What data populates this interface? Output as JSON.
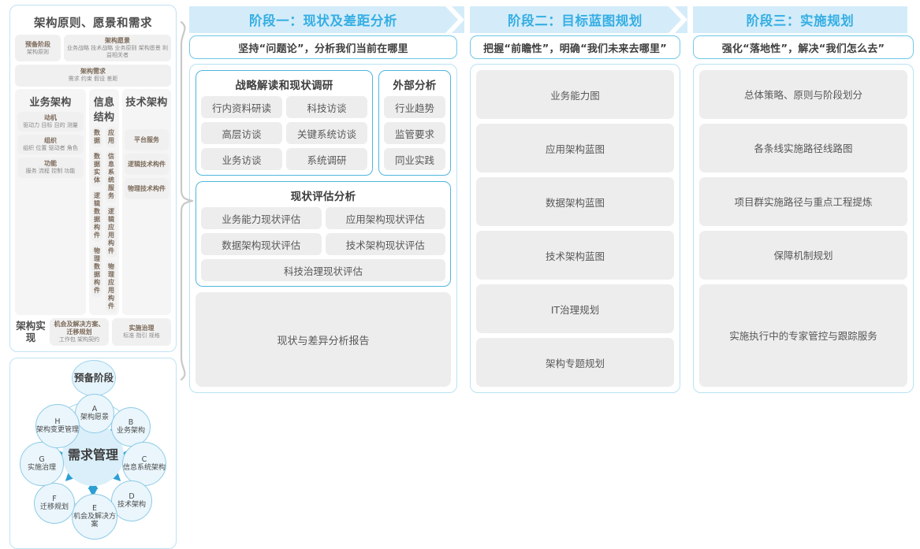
{
  "left": {
    "togaf": {
      "title": "架构原则、愿景和需求",
      "row1": [
        {
          "head": "预备阶段",
          "sub": "架构原则"
        },
        {
          "head": "架构愿景",
          "sub": "业务战略 技术战略 业务原则 架构愿景 利益相关者"
        }
      ],
      "row2": {
        "head": "架构需求",
        "sub": "需求    约束    假设    差距"
      },
      "columns": [
        {
          "head": "业务架构",
          "cells": [
            {
              "head": "动机",
              "sub": "驱动力 目标 目的 测量"
            },
            {
              "head": "组织",
              "sub": "组织 位置 驱动者 角色"
            },
            {
              "head": "功能",
              "sub": "服务 流程 控制 功能"
            }
          ]
        },
        {
          "head": "信息结构",
          "left_cells": [
            {
              "head": "数据",
              "sub": ""
            },
            {
              "head": "数据实体",
              "sub": ""
            },
            {
              "head": "逻辑数据构件",
              "sub": ""
            },
            {
              "head": "物理数据构件",
              "sub": ""
            }
          ],
          "right_cells": [
            {
              "head": "应用",
              "sub": ""
            },
            {
              "head": "信息系统服务",
              "sub": ""
            },
            {
              "head": "逻辑应用构件",
              "sub": ""
            },
            {
              "head": "物理应用构件",
              "sub": ""
            }
          ]
        },
        {
          "head": "技术架构",
          "cells": [
            {
              "head": "平台服务",
              "sub": ""
            },
            {
              "head": "逻辑技术构件",
              "sub": ""
            },
            {
              "head": "物理技术构件",
              "sub": ""
            }
          ]
        }
      ],
      "bottom": {
        "label": "架构实现",
        "cells": [
          {
            "head": "机会及解决方案、迁移规划",
            "sub": "工作包   架构契约"
          },
          {
            "head": "实施治理",
            "sub": "标准  指引  规格"
          }
        ]
      }
    },
    "cycle": {
      "prep": {
        "key": "",
        "text": "预备阶段"
      },
      "center": {
        "key": "",
        "text": "需求管理"
      },
      "nodes": [
        {
          "key": "A",
          "text": "架构愿景"
        },
        {
          "key": "B",
          "text": "业务架构"
        },
        {
          "key": "C",
          "text": "信息系统架构"
        },
        {
          "key": "D",
          "text": "技术架构"
        },
        {
          "key": "E",
          "text": "机会及解决方案"
        },
        {
          "key": "F",
          "text": "迁移规划"
        },
        {
          "key": "G",
          "text": "实施治理"
        },
        {
          "key": "H",
          "text": "架构变更管理"
        }
      ]
    }
  },
  "phases": [
    {
      "header": "阶段一：现状及差距分析",
      "subtitle": "坚持“问题论”，分析我们当前在哪里",
      "cards": [
        {
          "title": "战略解读和现状调研",
          "chips": [
            "行内资料研读",
            "科技访谈",
            "高层访谈",
            "关键系统访谈",
            "业务访谈",
            "系统调研"
          ]
        },
        {
          "title": "外部分析",
          "chips": [
            "行业趋势",
            "监管要求",
            "同业实践"
          ]
        },
        {
          "title": "现状评估分析",
          "chips": [
            "业务能力现状评估",
            "应用架构现状评估",
            "数据架构现状评估",
            "技术架构现状评估",
            "科技治理现状评估"
          ]
        }
      ],
      "report": "现状与差异分析报告"
    },
    {
      "header": "阶段二：目标蓝图规划",
      "subtitle": "把握“前瞻性”，明确“我们未来去哪里”",
      "items": [
        "业务能力图",
        "应用架构蓝图",
        "数据架构蓝图",
        "技术架构蓝图",
        "IT治理规划",
        "架构专题规划"
      ]
    },
    {
      "header": "阶段三：实施规划",
      "subtitle": "强化“落地性”，解决“我们怎么去”",
      "items": [
        "总体策略、原则与阶段划分",
        "各条线实施路径线路图",
        "项目群实施路径与重点工程提炼",
        "保障机制规划",
        "实施执行中的专家管控与跟踪服务"
      ]
    }
  ],
  "colors": {
    "header_bg": "#d4ecf9",
    "header_text": "#35aee4",
    "panel_border": "#b9e2f4",
    "card_border": "#4fb6e0",
    "chip_bg": "#ededed",
    "circle_bg": "#eaf6fc",
    "circle_border": "#8ecae6",
    "center_bg": "#daeffa",
    "arrow": "#2b9fd4",
    "brace": "#c9c9c9"
  }
}
